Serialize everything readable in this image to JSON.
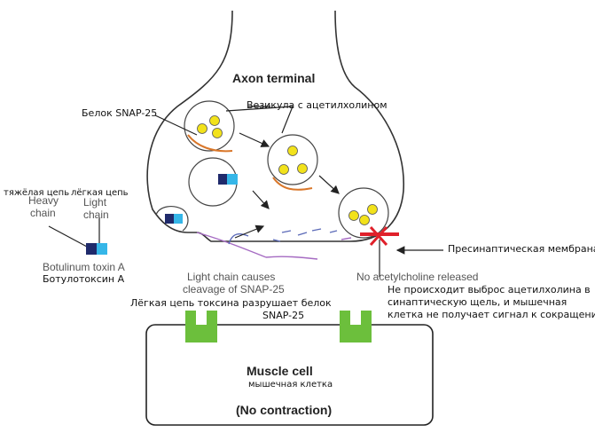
{
  "labels": {
    "axon_terminal": "Axon terminal",
    "snap25_ru": "Белок SNAP-25",
    "vesicle_ru": "Везикула с ацетилхолином",
    "heavy_ru": "тяжёлая цепь",
    "light_ru": "лёгкая цепь",
    "heavy_en_1": "Heavy",
    "heavy_en_2": "chain",
    "light_en_1": "Light",
    "light_en_2": "chain",
    "botox_en": "Botulinum toxin A",
    "botox_ru": "Ботулотоксин А",
    "cleavage_en_1": "Light chain causes",
    "cleavage_en_2": "cleavage of SNAP-25",
    "cleavage_ru_1": "Лёгкая цепь токсина разрушает белок",
    "cleavage_ru_2": "SNAP-25",
    "no_ach_en": "No acetylcholine released",
    "no_ach_ru_1": "Не происходит выброс ацетилхолина в",
    "no_ach_ru_2": "синаптическую щель, и мышечная",
    "no_ach_ru_3": "клетка не получает сигнал к сокращению",
    "membrane_ru": "Пресинаптическая мембрана",
    "muscle_en": "Muscle cell",
    "muscle_ru": "мышечная клетка",
    "no_contraction": "(No contraction)"
  },
  "colors": {
    "vesicle_dot": "#f2e21b",
    "snap25": "#d9772a",
    "heavy_chain": "#1f2a6b",
    "light_chain": "#35b6e8",
    "receptor": "#6cbf3c",
    "cross": "#e0202a",
    "fragment_blue": "#5b6ab8",
    "fragment_purple": "#a56bc2"
  },
  "icons": [
    "vesicle",
    "botulinum-toxin",
    "receptor",
    "block-cross",
    "arrow"
  ]
}
